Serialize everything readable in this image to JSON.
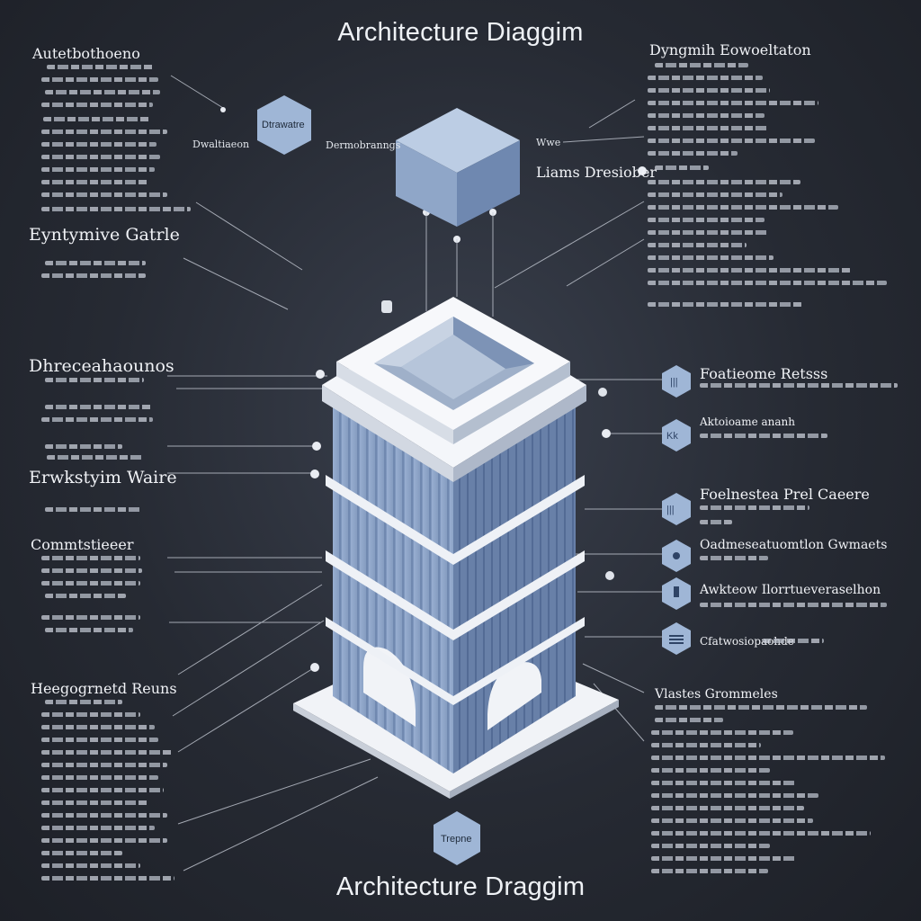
{
  "title_top": "Architecture Diaggim",
  "title_bottom": "Architecture Draggim",
  "left_sections": [
    {
      "heading": "Autetbothoeno"
    },
    {
      "heading": "Eyntymive Gatrle"
    },
    {
      "heading": "Dhreceahaounos"
    },
    {
      "heading": "Erwkstyim Waire"
    },
    {
      "heading": "Commtstieeer"
    },
    {
      "heading": "Heegogrnetd Reuns"
    }
  ],
  "right_sections": [
    {
      "heading": "Dyngmih Eowoeltaton"
    },
    {
      "heading": "Liams Dresiober"
    },
    {
      "heading": "Foatieome Retsss"
    },
    {
      "heading": "Aktoioame ananh"
    },
    {
      "heading": "Foelnestea Prel Caeere"
    },
    {
      "heading": "Oadmeseatuomtlon Gwmaets"
    },
    {
      "heading": "Awkteow Ilorrtueveraselhon"
    },
    {
      "heading": "Cfatwosiopaohde"
    },
    {
      "heading": "Vlastes Grommeles"
    }
  ],
  "floating_labels": {
    "hex_top": "Dtrawatre",
    "left_of_hex": "Dwaltiaeon",
    "left_of_cube": "Dermobranngs",
    "right_of_cube": "Wwe",
    "hex_bottom": "Trepne"
  },
  "colors": {
    "background": "#262a33",
    "building_blue": "#8fa6c8",
    "building_white": "#eef1f6",
    "hex_fill": "#9fb6d6",
    "line": "#c3c8d2"
  }
}
